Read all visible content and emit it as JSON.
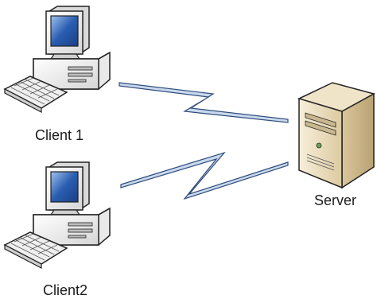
{
  "nodes": {
    "client1": {
      "label": "Client 1",
      "icon": "desktop-computer-icon"
    },
    "client2": {
      "label": "Client2",
      "icon": "desktop-computer-icon"
    },
    "server": {
      "label": "Server",
      "icon": "server-tower-icon"
    }
  },
  "links": [
    {
      "from": "client1",
      "to": "server",
      "style": "lightning-bolt",
      "color": "#c9d8ee"
    },
    {
      "from": "client2",
      "to": "server",
      "style": "lightning-bolt",
      "color": "#c9d8ee"
    }
  ],
  "colors": {
    "computer_body": "#f2f2f2",
    "screen": "#2a5db0",
    "server_body": "#e8dcc0",
    "outline": "#222222"
  }
}
